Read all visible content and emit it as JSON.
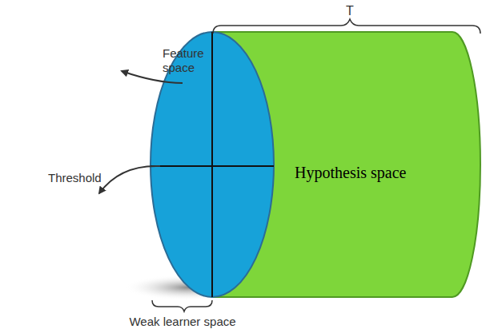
{
  "diagram": {
    "nodes": [
      {
        "text": [
          "Hypothesis space"
        ]
      }
    ],
    "labels": [
      "T",
      "Feature space",
      "Threshold",
      "Weak learner space"
    ]
  }
}
